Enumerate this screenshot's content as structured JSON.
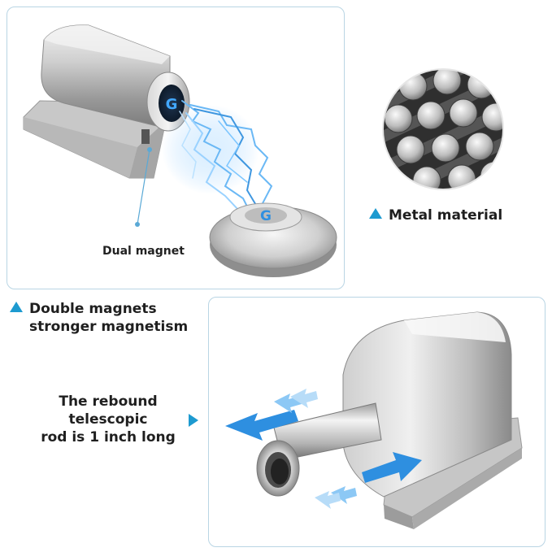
{
  "top_panel": {
    "magnet_label": "Dual magnet",
    "logo_letter": "G"
  },
  "captions": {
    "metal": "Metal material",
    "double_line1": "Double magnets",
    "double_line2": "stronger magnetism",
    "rod_line1": "The rebound",
    "rod_line2": "telescopic",
    "rod_line3": "rod is 1 inch long"
  },
  "colors": {
    "accent": "#1d9ad0",
    "card_border": "#b9d5e4",
    "arrow_blue": "#2e8fe0"
  }
}
